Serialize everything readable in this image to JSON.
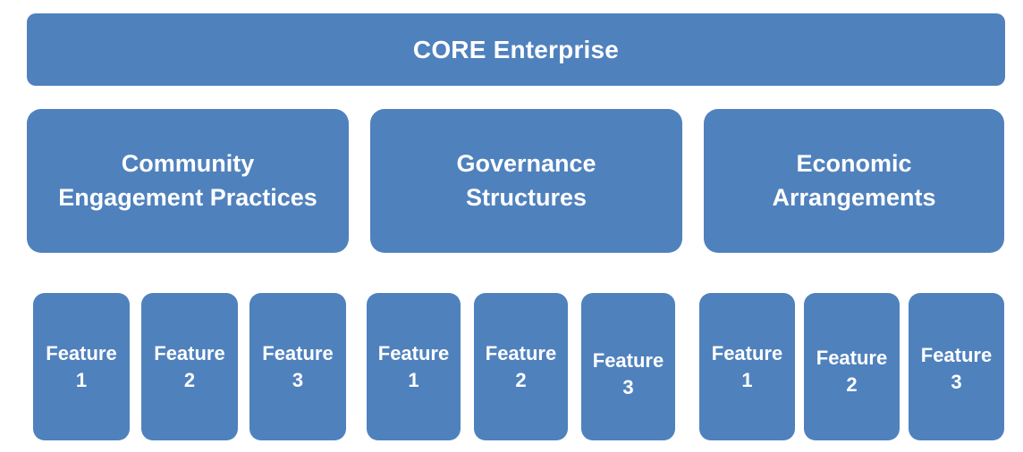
{
  "diagram": {
    "title": "CORE Enterprise",
    "branches": [
      {
        "label": "Community Engagement Practices",
        "lines": [
          "Community",
          "Engagement Practices"
        ],
        "features": [
          {
            "label": "Feature 1",
            "lines": [
              "Feature",
              "1"
            ]
          },
          {
            "label": "Feature 2",
            "lines": [
              "Feature",
              "2"
            ]
          },
          {
            "label": "Feature 3",
            "lines": [
              "Feature",
              "3"
            ]
          }
        ]
      },
      {
        "label": "Governance Structures",
        "lines": [
          "Governance",
          "Structures"
        ],
        "features": [
          {
            "label": "Feature 1",
            "lines": [
              "Feature",
              "1"
            ]
          },
          {
            "label": "Feature 2",
            "lines": [
              "Feature",
              "2"
            ]
          },
          {
            "label": "Feature 3",
            "lines": [
              "Feature",
              "3"
            ]
          }
        ]
      },
      {
        "label": "Economic Arrangements",
        "lines": [
          "Economic",
          "Arrangements"
        ],
        "features": [
          {
            "label": "Feature 1",
            "lines": [
              "Feature",
              "1"
            ]
          },
          {
            "label": "Feature 2",
            "lines": [
              "Feature",
              "2"
            ]
          },
          {
            "label": "Feature 3",
            "lines": [
              "Feature",
              "3"
            ]
          }
        ]
      }
    ],
    "colors": {
      "box_fill": "#4f81bd",
      "box_text": "#ffffff",
      "page_background": "#ffffff"
    }
  }
}
